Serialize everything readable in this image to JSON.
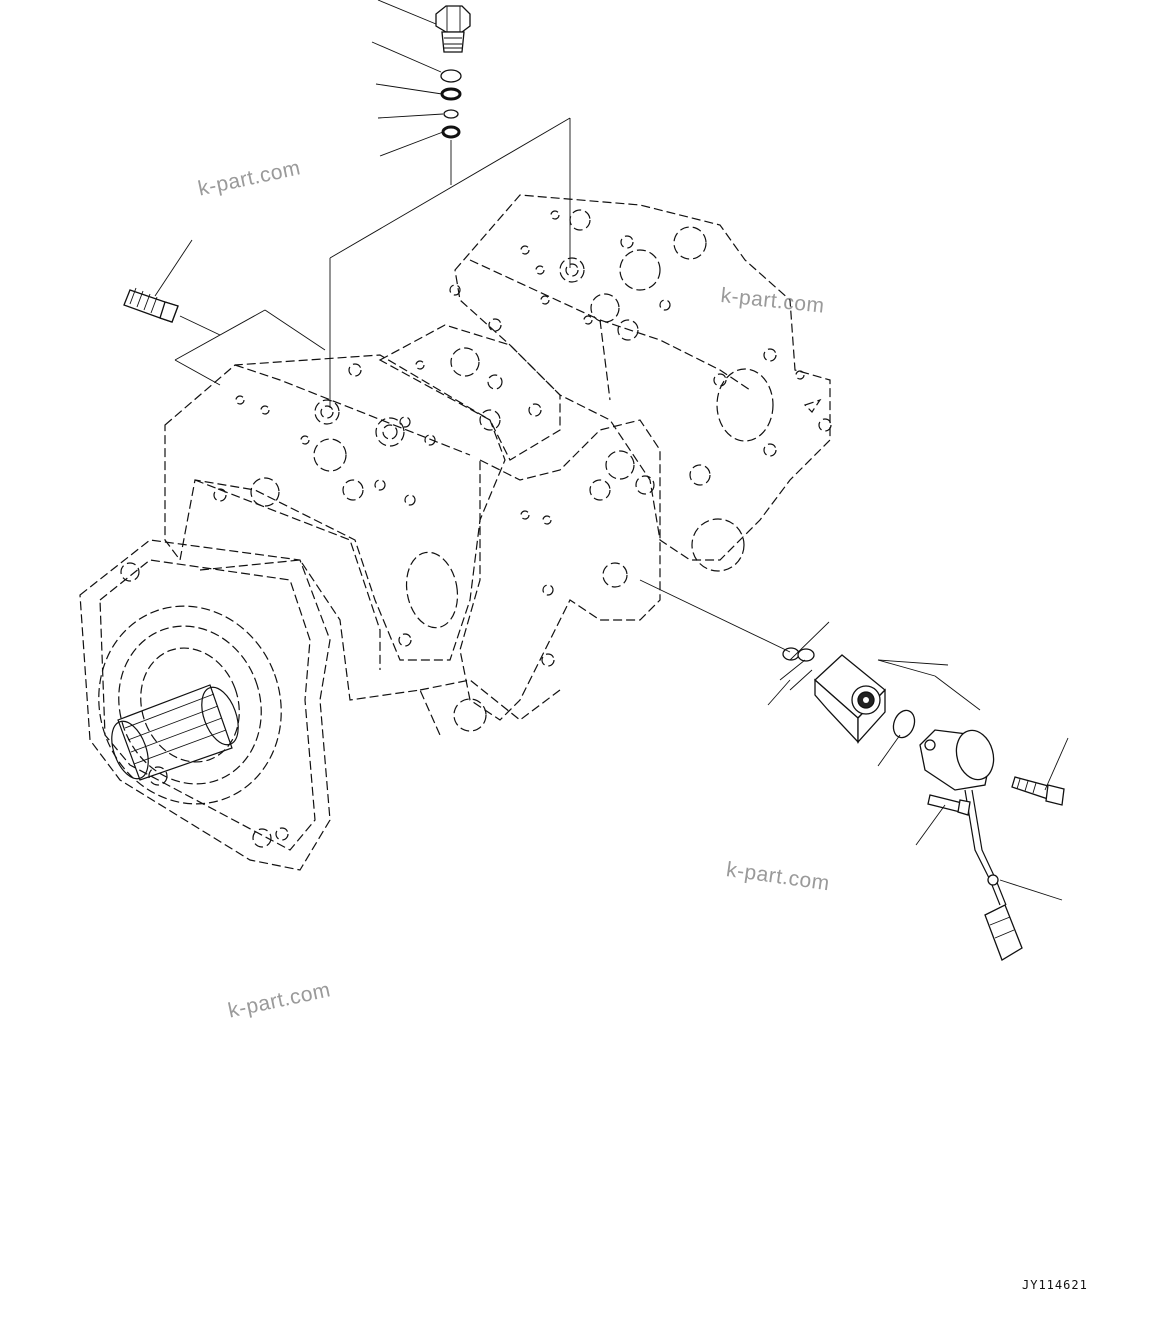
{
  "watermarks": [
    {
      "text": "k-part.com"
    },
    {
      "text": "k-part.com"
    },
    {
      "text": "k-part.com"
    },
    {
      "text": "k-part.com"
    }
  ],
  "drawing_code": "JY114621"
}
